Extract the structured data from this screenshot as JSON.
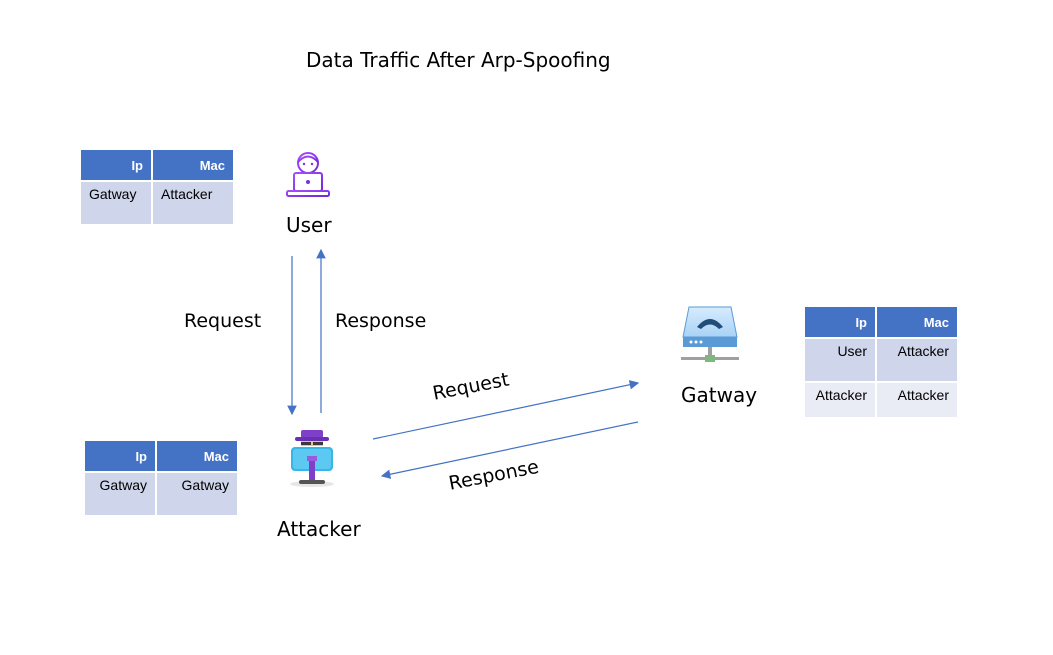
{
  "title": "Data Traffic After Arp-Spoofing",
  "nodes": {
    "user": "User",
    "attacker": "Attacker",
    "gateway": "Gatway"
  },
  "edges": {
    "user_request": "Request",
    "user_response": "Response",
    "gw_request": "Request",
    "gw_response": "Response"
  },
  "tables": {
    "user": {
      "headers": [
        "Ip",
        "Mac"
      ],
      "rows": [
        [
          "Gatway",
          "Attacker"
        ]
      ]
    },
    "attacker": {
      "headers": [
        "Ip",
        "Mac"
      ],
      "rows": [
        [
          "Gatway",
          "Gatway"
        ]
      ]
    },
    "gateway": {
      "headers": [
        "Ip",
        "Mac"
      ],
      "rows": [
        [
          "User",
          "Attacker"
        ],
        [
          "Attacker",
          "Attacker"
        ]
      ]
    }
  },
  "colors": {
    "header": "#4472c4",
    "row1": "#cfd5ea",
    "row2": "#e9ebf5",
    "arrow": "#4472c4"
  }
}
